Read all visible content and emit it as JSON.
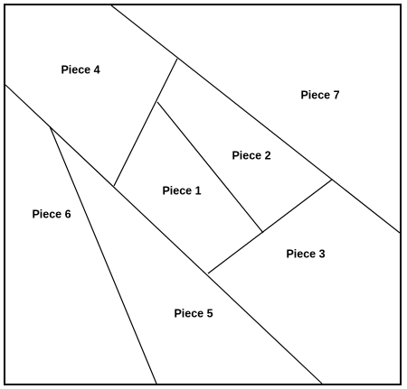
{
  "diagram": {
    "pieces": [
      {
        "id": "1",
        "label": "Piece 1"
      },
      {
        "id": "2",
        "label": "Piece 2"
      },
      {
        "id": "3",
        "label": "Piece 3"
      },
      {
        "id": "4",
        "label": "Piece 4"
      },
      {
        "id": "5",
        "label": "Piece 5"
      },
      {
        "id": "6",
        "label": "Piece 6"
      },
      {
        "id": "7",
        "label": "Piece 7"
      }
    ],
    "colors": {
      "line": "#000000",
      "background": "#ffffff"
    }
  }
}
